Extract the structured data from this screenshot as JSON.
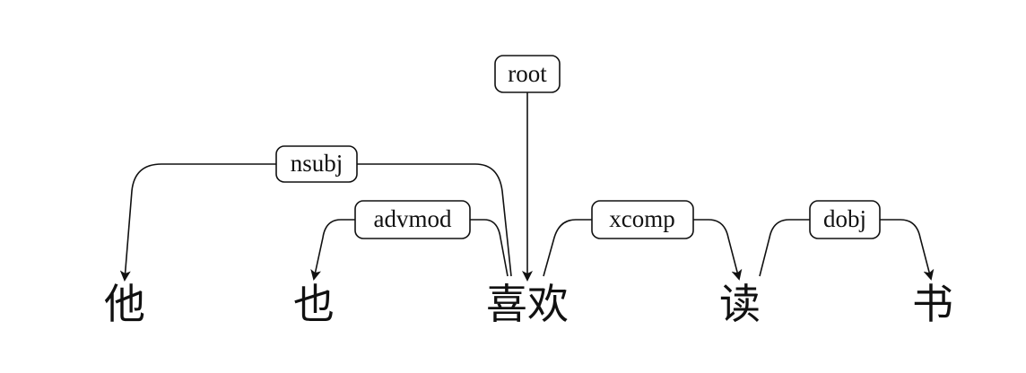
{
  "words": [
    "他",
    "也",
    "喜欢",
    "读",
    "书"
  ],
  "relations": [
    {
      "label": "root",
      "head": null,
      "dependent": "喜欢"
    },
    {
      "label": "nsubj",
      "head": "喜欢",
      "dependent": "他"
    },
    {
      "label": "advmod",
      "head": "喜欢",
      "dependent": "也"
    },
    {
      "label": "xcomp",
      "head": "喜欢",
      "dependent": "读"
    },
    {
      "label": "dobj",
      "head": "读",
      "dependent": "书"
    }
  ]
}
